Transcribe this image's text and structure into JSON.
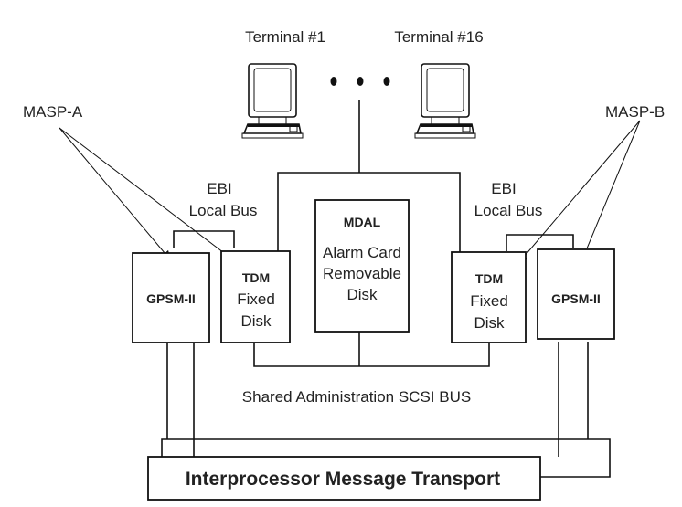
{
  "diagram": {
    "terminals": [
      {
        "label": "Terminal #1",
        "icon": "computer-terminal-icon"
      },
      {
        "label": "Terminal #16",
        "icon": "computer-terminal-icon"
      }
    ],
    "ellipsis": "• • •",
    "masp_a": {
      "label": "MASP-A"
    },
    "masp_b": {
      "label": "MASP-B"
    },
    "ebi_left": {
      "line1": "EBI",
      "line2": "Local Bus"
    },
    "ebi_right": {
      "line1": "EBI",
      "line2": "Local Bus"
    },
    "gpsm_left": {
      "label": "GPSM-II"
    },
    "gpsm_right": {
      "label": "GPSM-II"
    },
    "tdm_left": {
      "title": "TDM",
      "line1": "Fixed",
      "line2": "Disk"
    },
    "tdm_right": {
      "title": "TDM",
      "line1": "Fixed",
      "line2": "Disk"
    },
    "mdal": {
      "title": "MDAL",
      "line1": "Alarm Card",
      "line2": "Removable",
      "line3": "Disk"
    },
    "scsi_bus": {
      "label": "Shared Administration SCSI BUS"
    },
    "imt": {
      "label": "Interprocessor Message Transport"
    }
  }
}
